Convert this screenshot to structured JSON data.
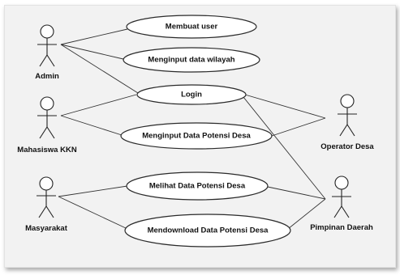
{
  "diagram": {
    "actors": {
      "admin": "Admin",
      "mahasiswa": "Mahasiswa KKN",
      "masyarakat": "Masyarakat",
      "operator": "Operator Desa",
      "pimpinan": "Pimpinan Daerah"
    },
    "use_cases": {
      "membuat_user": "Membuat user",
      "menginput_wilayah": "Menginput data wilayah",
      "login": "Login",
      "menginput_potensi": "Menginput Data Potensi Desa",
      "melihat_potensi": "Melihat Data Potensi Desa",
      "mendownload_potensi": "Mendownload Data Potensi Desa"
    }
  }
}
